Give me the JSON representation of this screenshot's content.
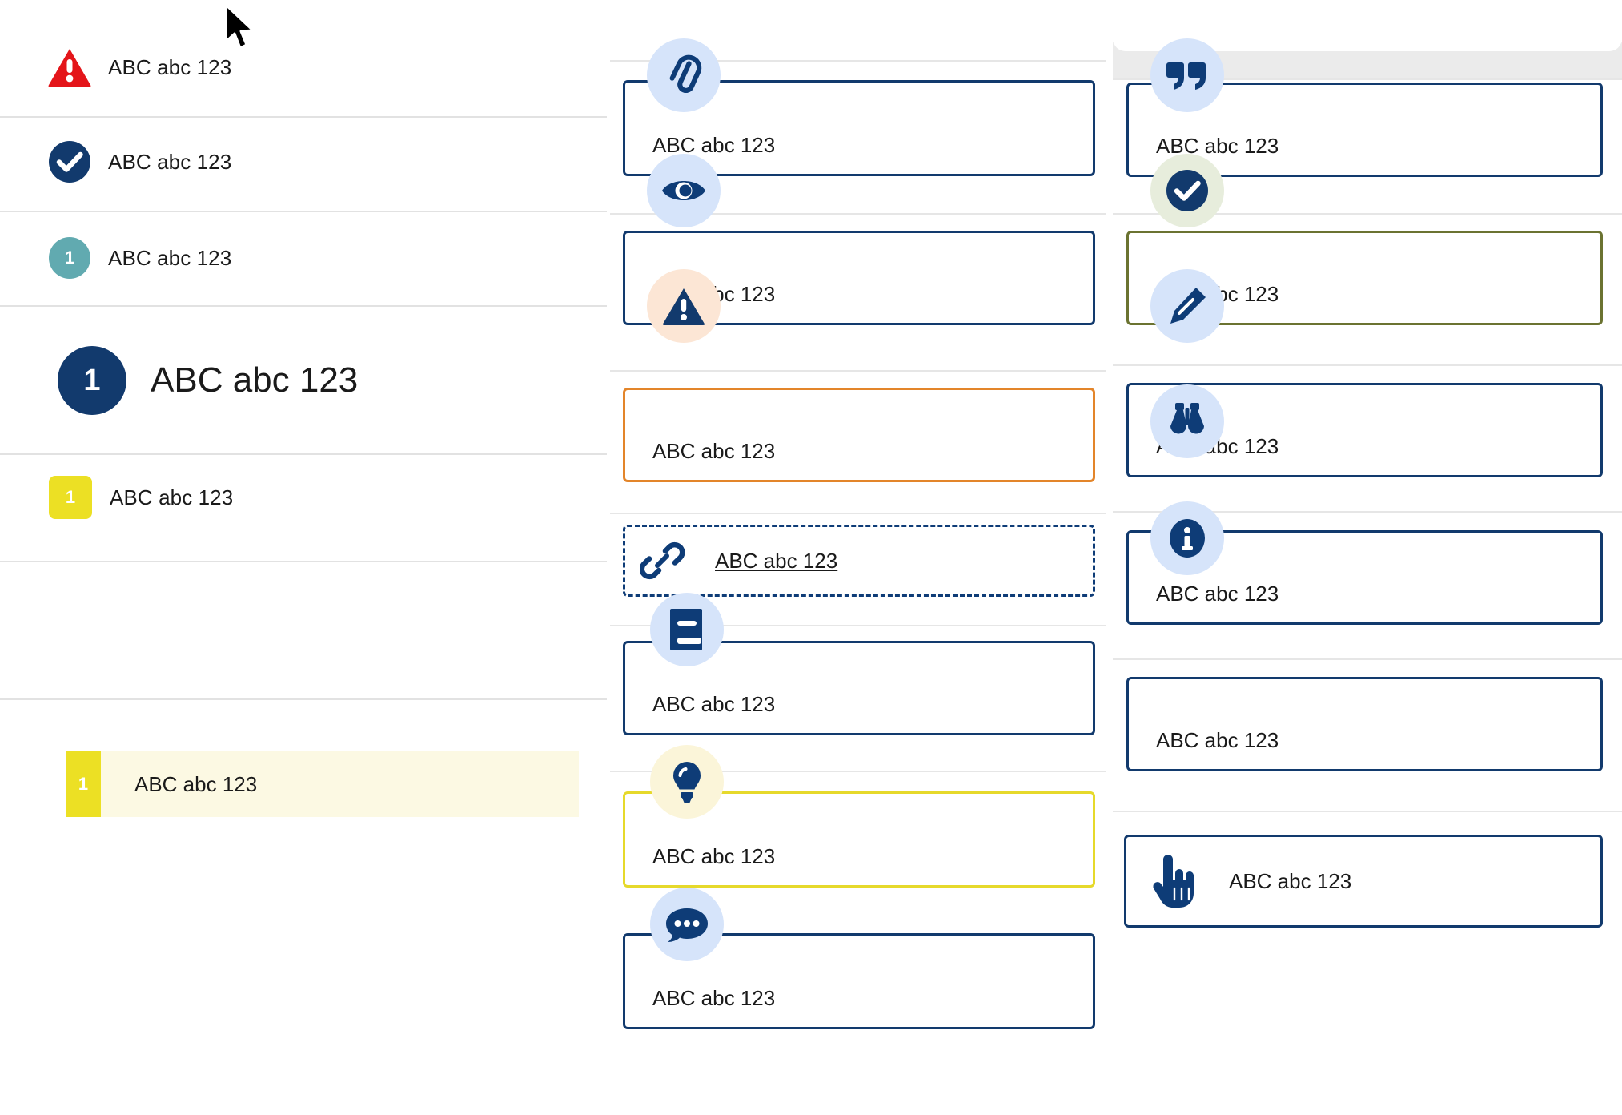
{
  "left_list": {
    "items": [
      {
        "label": "ABC abc 123",
        "icon": "warning-triangle-icon",
        "badge_text": "",
        "badge_color": "#e4151a",
        "badge_shape": "triangle"
      },
      {
        "label": "ABC abc 123",
        "icon": "check-circle-icon",
        "badge_text": "",
        "badge_color": "#123a6d",
        "badge_shape": "circle"
      },
      {
        "label": "ABC abc 123",
        "icon": "number-badge-icon",
        "badge_text": "1",
        "badge_color": "#61aab0",
        "badge_shape": "circle"
      },
      {
        "label": "ABC abc 123",
        "icon": "number-badge-icon",
        "badge_text": "1",
        "badge_color": "#123a6d",
        "badge_shape": "circle-large"
      },
      {
        "label": "ABC abc 123",
        "icon": "number-badge-icon",
        "badge_text": "1",
        "badge_color": "#ece024",
        "badge_shape": "rounded-square"
      }
    ],
    "highlighted_item": {
      "label": "ABC abc 123",
      "badge_text": "1",
      "bar_color": "#ece024",
      "background": "#fcf9e3"
    }
  },
  "middle_column": {
    "cards": [
      {
        "label": "ABC abc 123",
        "icon": "paperclip-icon",
        "border_color": "#123a6d",
        "badge_bg": "#d6e4fa",
        "style": "solid"
      },
      {
        "label": "ABC abc 123",
        "icon": "eye-icon",
        "border_color": "#123a6d",
        "badge_bg": "#d6e4fa",
        "style": "solid"
      },
      {
        "label": "ABC abc 123",
        "icon": "warning-triangle-icon",
        "border_color": "#e3852a",
        "badge_bg": "#fce6d5",
        "style": "solid"
      },
      {
        "label": "ABC abc 123",
        "icon": "link-icon",
        "border_color": "#0e3c77",
        "badge_bg": "transparent",
        "style": "dashed"
      },
      {
        "label": "ABC abc 123",
        "icon": "book-icon",
        "border_color": "#123a6d",
        "badge_bg": "#d6e4fa",
        "style": "solid"
      },
      {
        "label": "ABC abc 123",
        "icon": "lightbulb-icon",
        "border_color": "#e6d92b",
        "badge_bg": "#fbf5d9",
        "style": "solid"
      },
      {
        "label": "ABC abc 123",
        "icon": "speech-bubble-icon",
        "border_color": "#123a6d",
        "badge_bg": "#d6e4fa",
        "style": "solid"
      }
    ]
  },
  "right_column": {
    "cards": [
      {
        "label": "ABC abc 123",
        "icon": "quote-icon",
        "border_color": "#123a6d",
        "badge_bg": "#d6e4fa",
        "style": "solid"
      },
      {
        "label": "ABC abc 123",
        "icon": "check-circle-icon",
        "border_color": "#6b7331",
        "badge_bg": "#e7eddc",
        "style": "solid"
      },
      {
        "label": "ABC abc 123",
        "icon": "pencil-icon",
        "border_color": "#123a6d",
        "badge_bg": "#d6e4fa",
        "style": "solid"
      },
      {
        "label": "ABC abc 123",
        "icon": "binoculars-icon",
        "border_color": "#123a6d",
        "badge_bg": "#d6e4fa",
        "style": "solid"
      },
      {
        "label": "ABC abc 123",
        "icon": "info-circle-icon",
        "border_color": "#123a6d",
        "badge_bg": "#d6e4fa",
        "style": "solid"
      },
      {
        "label": "ABC abc 123",
        "icon": "hand-pointer-icon",
        "border_color": "#123a6d",
        "badge_bg": "transparent",
        "style": "inline"
      }
    ]
  },
  "colors": {
    "navy": "#123a6d",
    "icon_navy": "#0e3c77",
    "red": "#e4151a",
    "orange": "#e3852a",
    "yellow": "#e6d92b",
    "olive": "#6b7331",
    "teal": "#61aab0",
    "badge_blue": "#d6e4fa",
    "separator": "#e2e2e2",
    "panel_gray": "#ebebeb"
  }
}
